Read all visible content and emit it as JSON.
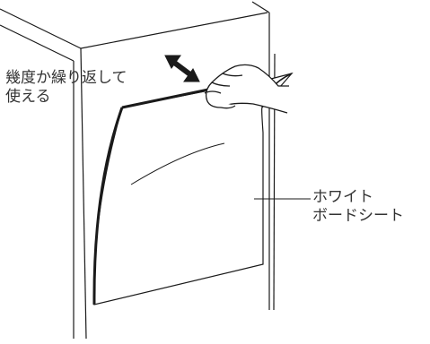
{
  "annotations": {
    "reuse": {
      "line1": "幾度か繰り返して",
      "line2": "使える"
    },
    "board": {
      "line1": "ホワイト",
      "line2": "ボードシート"
    }
  },
  "icons": {
    "peel_arrow": "double-arrow-icon",
    "hand": "hand-icon"
  },
  "colors": {
    "line": "#1a1a1a",
    "text": "#333333",
    "background": "#ffffff"
  }
}
